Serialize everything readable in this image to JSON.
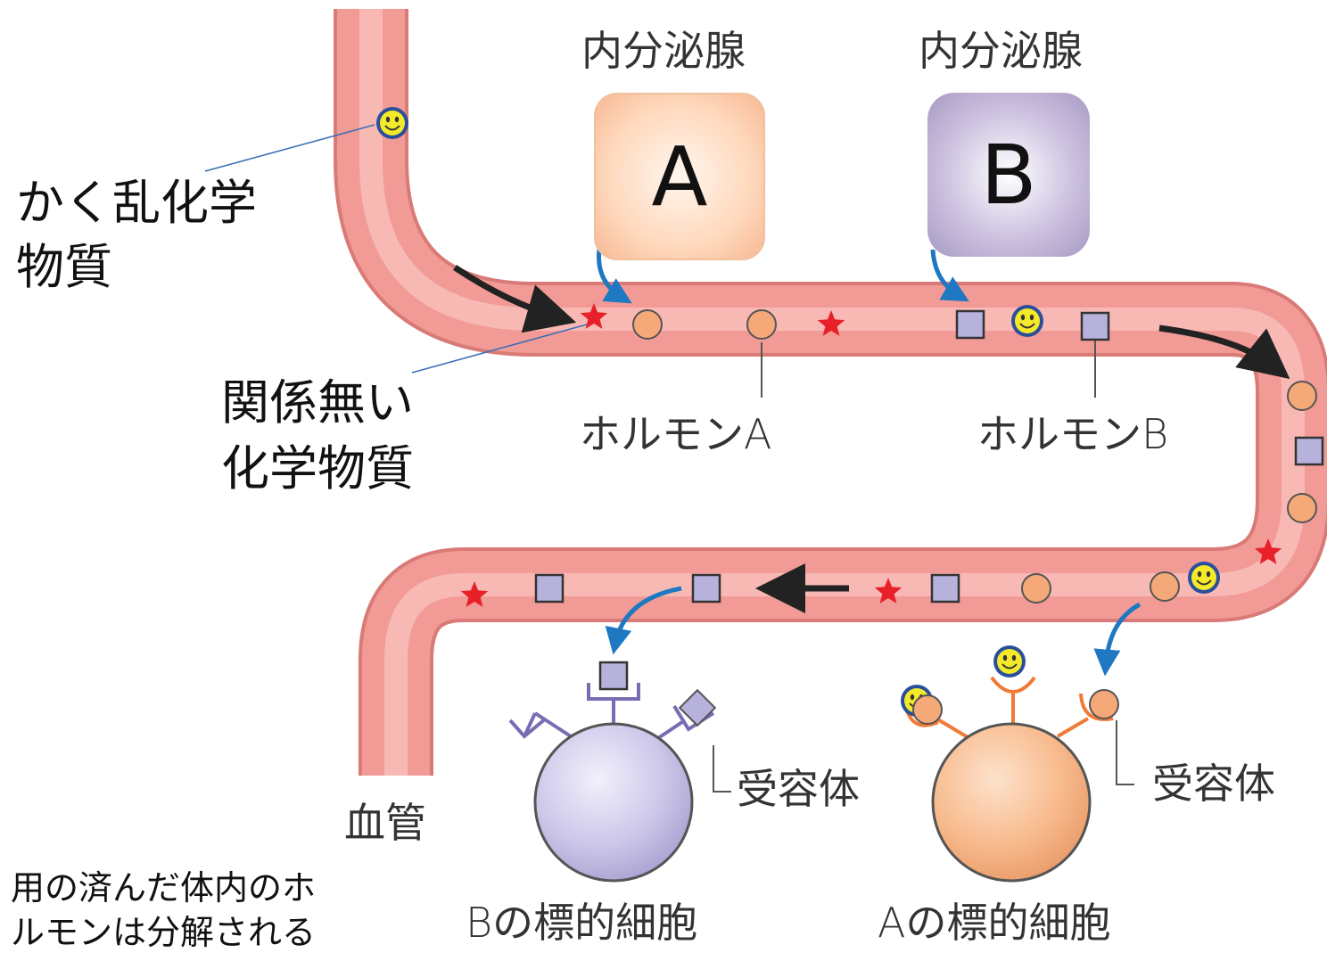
{
  "labels": {
    "gland_a": "内分泌腺",
    "gland_b": "内分泌腺",
    "box_a": "A",
    "box_b": "B",
    "disruptor_line1": "かく乱化学",
    "disruptor_line2": "物質",
    "unrelated_line1": "関係無い",
    "unrelated_line2": "化学物質",
    "hormone_a": "ホルモンA",
    "hormone_b": "ホルモンB",
    "receptor_b": "受容体",
    "receptor_a": "受容体",
    "vessel": "血管",
    "degraded_line1": "用の済んだ体内のホ",
    "degraded_line2": "ルモンは分解される",
    "target_b": "Bの標的細胞",
    "target_a": "Aの標的細胞"
  },
  "colors": {
    "vessel": "#f29a96",
    "vessel_edge": "#d97a76",
    "hormone_a": "#f5a878",
    "hormone_b": "#b7b2dc",
    "star": "#e8202a",
    "smiley": "#f4ea2a",
    "arrow_blue": "#1e78c2",
    "leader": "#3b6fb6",
    "receptor_a": "#f07a36",
    "receptor_b": "#7a6cb4",
    "cell_a": "#f7b384",
    "cell_b": "#c8c2e6"
  },
  "icons": [
    "hormone-a-circle",
    "hormone-b-square",
    "star-icon",
    "smiley-icon",
    "flow-arrow",
    "release-arrow"
  ]
}
